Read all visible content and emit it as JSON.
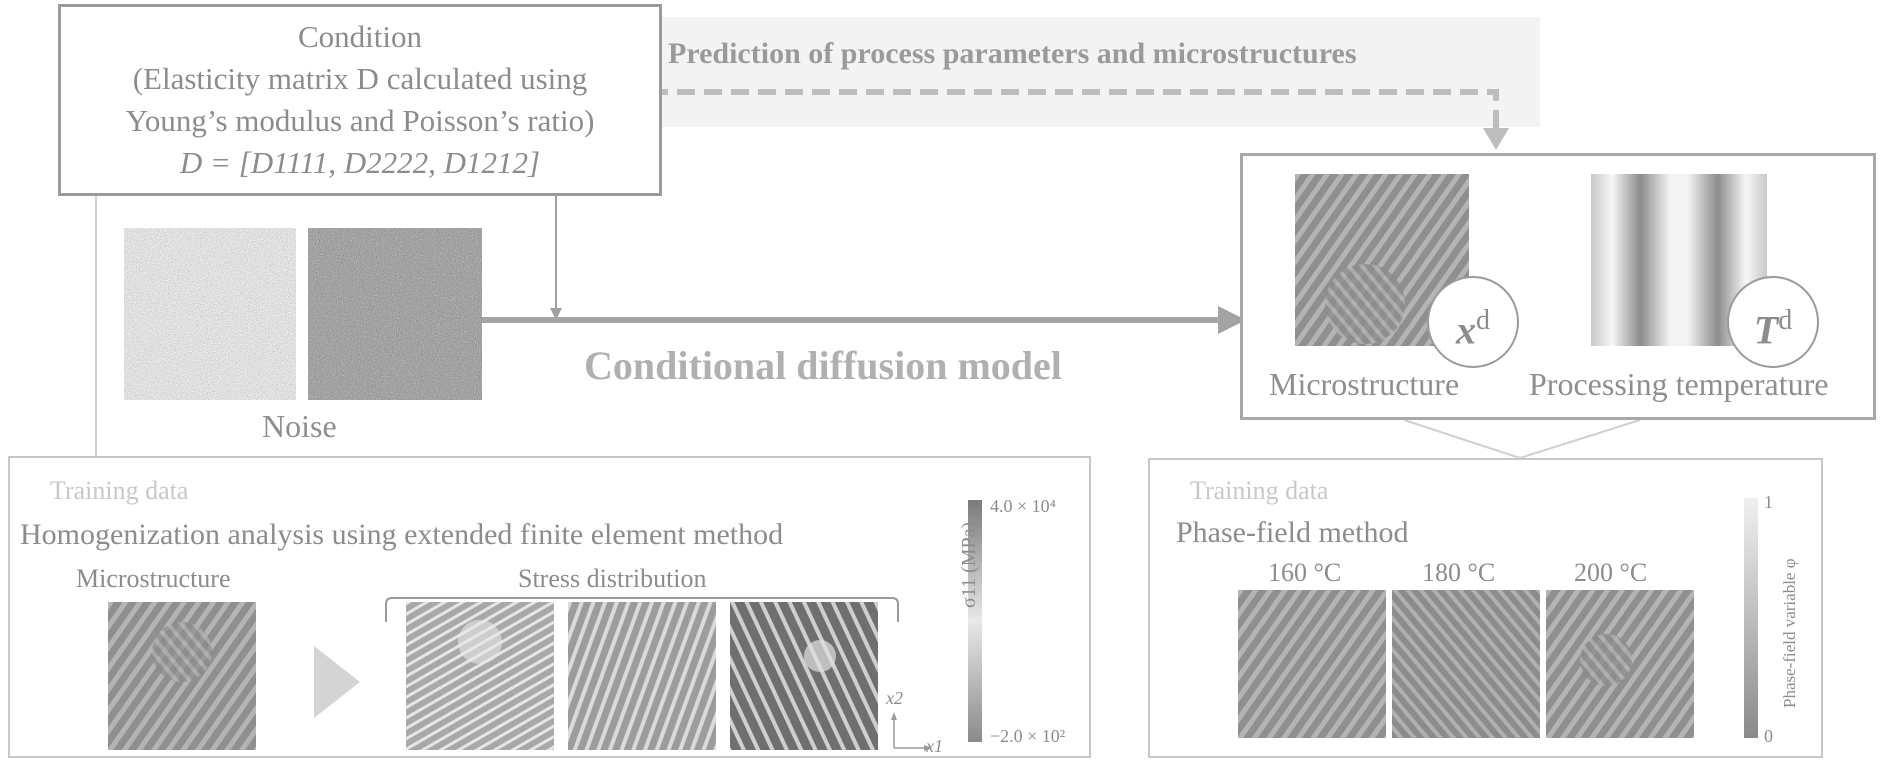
{
  "condition": {
    "line1": "Condition",
    "line2": "(Elasticity matrix D calculated using",
    "line3": "Young’s modulus and Poisson’s ratio)",
    "line4": "D = [D1111, D2222, D1212]"
  },
  "prediction_label": "Prediction of process parameters and microstructures",
  "noise_label": "Noise",
  "model_label": "Conditional diffusion model",
  "output": {
    "microstructure_label": "Microstructure",
    "temperature_label": "Processing temperature",
    "symbol_x": "x",
    "symbol_t": "T",
    "symbol_sup": "d"
  },
  "training_left": {
    "tag": "Training data",
    "title": "Homogenization analysis using extended finite element method",
    "microstructure_label": "Microstructure",
    "stress_label": "Stress distribution",
    "colorbar_max": "4.0 × 10⁴",
    "colorbar_min": "−2.0 × 10²",
    "colorbar_label": "σ11 (MPa)",
    "axis_x": "x1",
    "axis_y": "x2"
  },
  "training_right": {
    "tag": "Training data",
    "title": "Phase-field method",
    "temps": [
      "160 °C",
      "180 °C",
      "200 °C"
    ],
    "colorbar_max": "1",
    "colorbar_min": "0",
    "colorbar_label": "Phase-field variable φ"
  },
  "colors": {
    "frame": "#9a9a9a",
    "arrow": "#a0a0a0",
    "text": "#8c8c8c",
    "faded": "#c8c8c8"
  }
}
